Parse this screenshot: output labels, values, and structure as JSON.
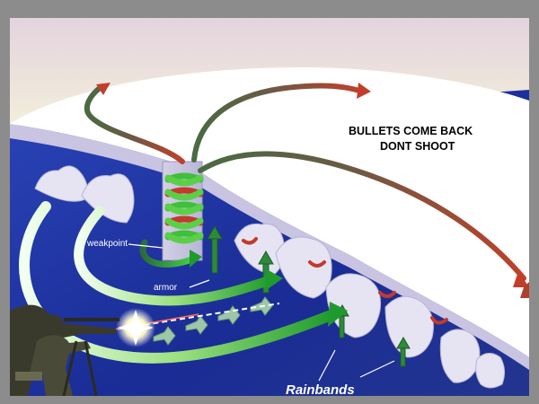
{
  "annotation": {
    "line1": "BULLETS COME BACK",
    "line2": "DONT SHOOT"
  },
  "labels": {
    "weakpoint": "weakpoint",
    "armor": "armor",
    "rainbands": "Rainbands"
  },
  "colors": {
    "frame": "#8c8c8c",
    "sky_top": "#e6d6e0",
    "sky_bottom": "#f3f0dc",
    "ocean": "#1b2f9c",
    "cloud_top": "#ffffff",
    "cloud_wall": "#d9d6ea",
    "outflow_red": "#b83a2a",
    "inflow_green": "#3fbf3a",
    "bullet": "#ffffff"
  }
}
